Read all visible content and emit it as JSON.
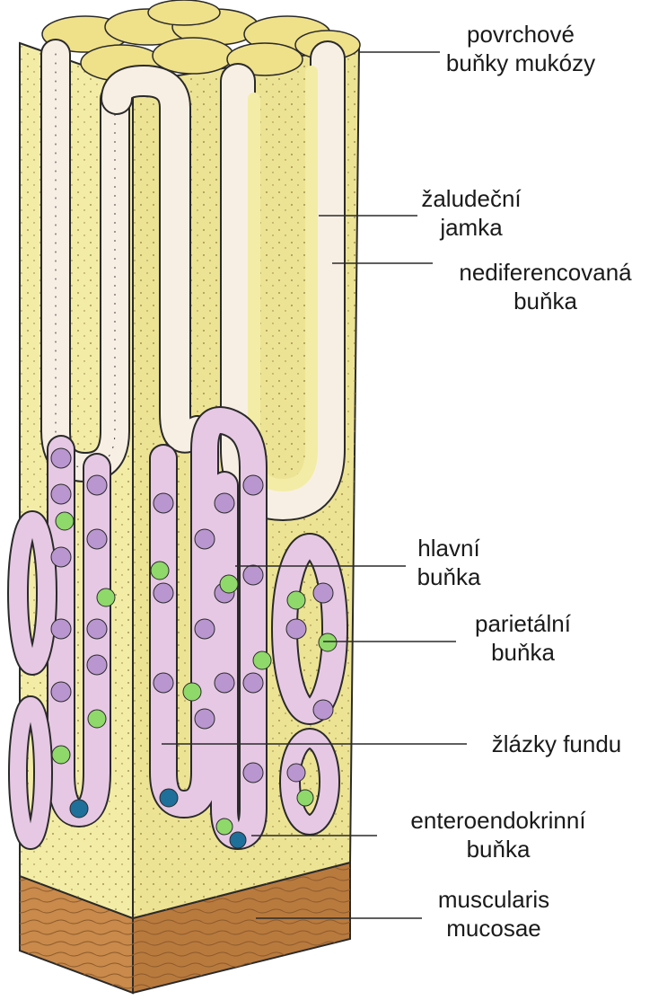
{
  "labels": [
    {
      "id": "povrchove",
      "lines": [
        "povrchové",
        "buňky mukózy"
      ]
    },
    {
      "id": "jamka",
      "lines": [
        "žaludeční",
        "jamka"
      ]
    },
    {
      "id": "nediferencovana",
      "lines": [
        "nediferencovaná",
        "buňka"
      ]
    },
    {
      "id": "hlavni",
      "lines": [
        "hlavní",
        "buňka"
      ]
    },
    {
      "id": "parietalni",
      "lines": [
        "parietální",
        "buňka"
      ]
    },
    {
      "id": "zlazky",
      "lines": [
        "žlázky fundu"
      ]
    },
    {
      "id": "enteroendokrinni",
      "lines": [
        "enteroendokrinní",
        "buňka"
      ]
    },
    {
      "id": "muscularis",
      "lines": [
        "muscularis",
        "mucosae"
      ]
    }
  ],
  "colors": {
    "lamina": "#f3eca6",
    "surface_top": "#efe08a",
    "epithelium": "#f8efe4",
    "chief_cell": "#b996cf",
    "parietal_cell": "#8fd86a",
    "enteroendocrine_cell": "#1e6f9a",
    "muscle": "#c98a4b",
    "outline": "#2a2a2a"
  }
}
